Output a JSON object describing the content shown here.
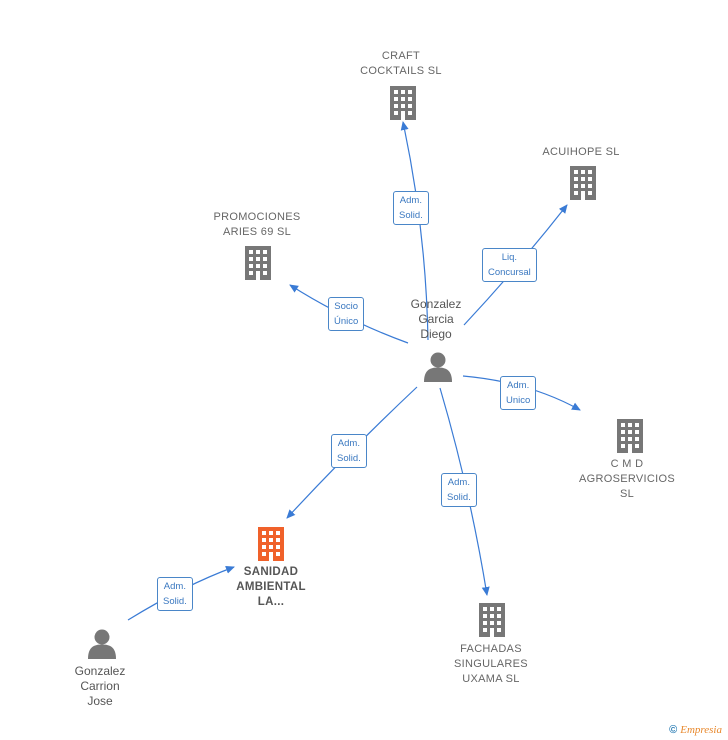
{
  "colors": {
    "edge": "#3a7bd5",
    "company": "#777777",
    "focus_company": "#f0612a",
    "person": "#777777",
    "label_border": "#4a86c8"
  },
  "nodes": {
    "craft": {
      "label": "CRAFT\nCOCKTAILS  SL",
      "icon": "building-icon"
    },
    "acuihope": {
      "label": "ACUIHOPE SL",
      "icon": "building-icon"
    },
    "promociones": {
      "label": "PROMOCIONES\nARIES 69  SL",
      "icon": "building-icon"
    },
    "cmd": {
      "label": "C M D\nAGROSERVICIOS\nSL",
      "icon": "building-icon"
    },
    "sanidad": {
      "label": "SANIDAD\nAMBIENTAL\nLA...",
      "icon": "building-icon"
    },
    "fachadas": {
      "label": "FACHADAS\nSINGULARES\nUXAMA SL",
      "icon": "building-icon"
    },
    "gonzalez_garcia": {
      "label": "Gonzalez\nGarcia\nDiego",
      "icon": "person-icon"
    },
    "gonzalez_carrion": {
      "label": "Gonzalez\nCarrion\nJose",
      "icon": "person-icon"
    }
  },
  "edges": {
    "craft": "Adm.\nSolid.",
    "acuihope": "Liq.\nConcursal",
    "promociones": "Socio\nÚnico",
    "cmd": "Adm.\nUnico",
    "sanidad": "Adm.\nSolid.",
    "fachadas": "Adm.\nSolid.",
    "carrion_sanidad": "Adm.\nSolid."
  },
  "credit": {
    "symbol": "©",
    "brand": "Empresia"
  }
}
